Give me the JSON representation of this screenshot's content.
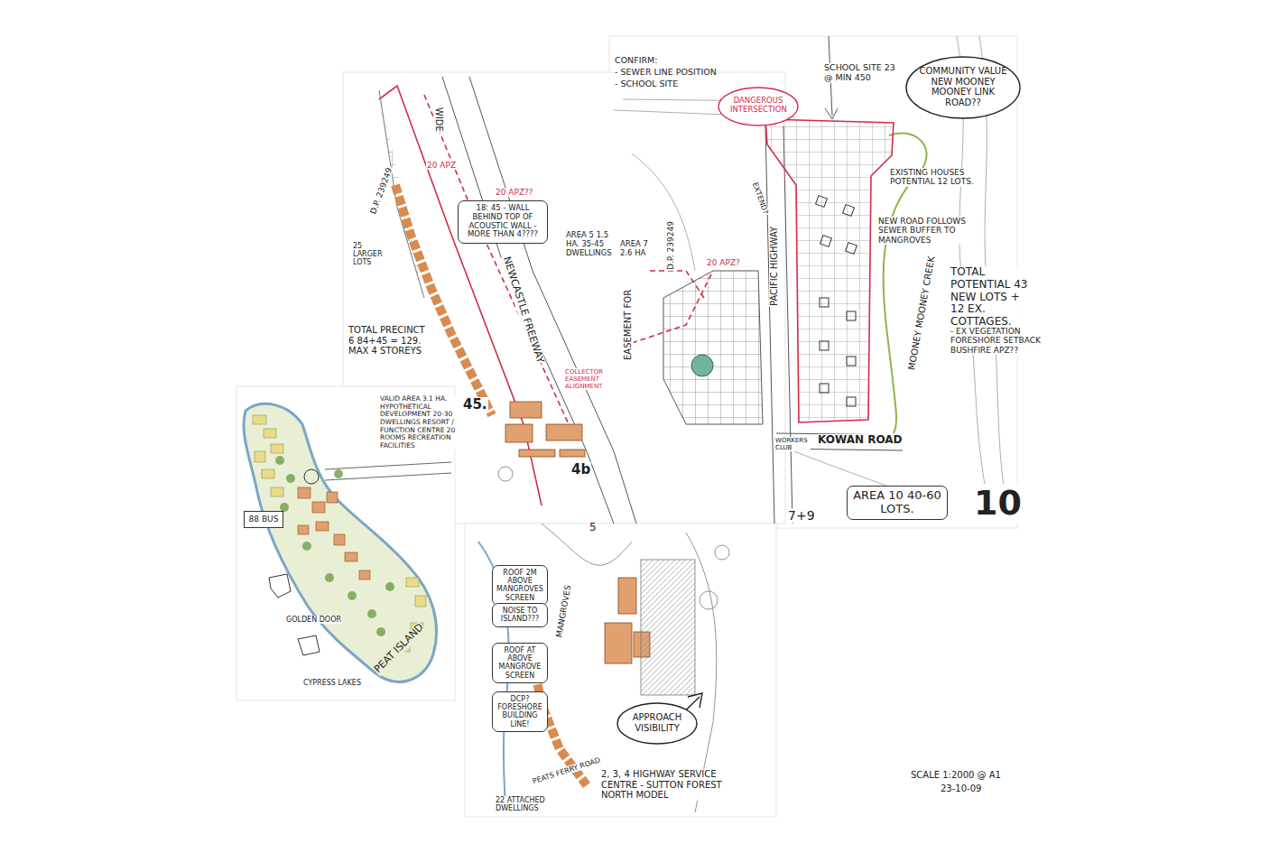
{
  "diagram": {
    "nodes": [
      {
        "text": [
          "DANGEROUS INTERSECTION"
        ]
      },
      {
        "text": [
          "COMMUNITY VALUE NEW MOONEY MOONEY LINK ROAD??"
        ]
      },
      {
        "text": [
          "AREA 10 40-60 LOTS."
        ]
      },
      {
        "text": [
          "18: 45 - WALL BEHIND TOP OF ACOUSTIC WALL - MORE THAN 4????"
        ]
      },
      {
        "text": [
          "88 BUS"
        ]
      },
      {
        "text": [
          "ROOF 2M ABOVE MANGROVES SCREEN"
        ]
      },
      {
        "text": [
          "NOISE TO ISLAND???"
        ]
      },
      {
        "text": [
          "ROOF AT ABOVE MANGROVE SCREEN"
        ]
      },
      {
        "text": [
          "DCP? FORESHORE BUILDING LINE!"
        ]
      },
      {
        "text": [
          "APPROACH VISIBILITY"
        ]
      }
    ],
    "labels": [
      "CONFIRM:",
      "- SEWER LINE POSITION",
      "- SCHOOL SITE",
      "SCHOOL SITE 23 @ MIN 450",
      "EXISTING HOUSES POTENTIAL 12 LOTS.",
      "NEW ROAD FOLLOWS SEWER BUFFER TO MANGROVES",
      "MOONEY MOONEY CREEK",
      "TOTAL POTENTIAL 43 NEW LOTS + 12 EX. COTTAGES.",
      "- EX VEGETATION FORESHORE SETBACK BUSHFIRE APZ??",
      "KOWAN ROAD",
      "WORKERS CLUB",
      "10",
      "PACIFIC HIGHWAY",
      "7+9",
      "NEWCASTLE FREEWAY",
      "WIDE",
      "EASEMENT FOR",
      "D.P. 239249",
      "D.P. 239249",
      "20 APZ",
      "20 APZ??",
      "20 APZ?",
      "AREA 5 1.5 HA. 35-45 DWELLINGS",
      "AREA 7 2.6 HA",
      "TOTAL PRECINCT 6 84+45 = 129. MAX 4 STOREYS",
      "VALID AREA 3.1 HA. HYPOTHETICAL DEVELOPMENT 20-30 DWELLINGS RESORT / FUNCTION CENTRE 20 ROOMS RECREATION FACILITIES",
      "45.",
      "4b",
      "PEAT ISLAND",
      "GOLDEN DOOR",
      "CYPRESS LAKES",
      "MANGROVES",
      "PEATS FERRY ROAD",
      "22 ATTACHED DWELLINGS",
      "2, 3, 4 HIGHWAY SERVICE CENTRE - SUTTON FOREST NORTH MODEL",
      "SCALE 1:2000 @ A1",
      "23-10-09",
      "5",
      "COLLECTOR EASEMENT ALIGNMENT",
      "25 LARGER LOTS",
      "EXTEND?"
    ]
  }
}
